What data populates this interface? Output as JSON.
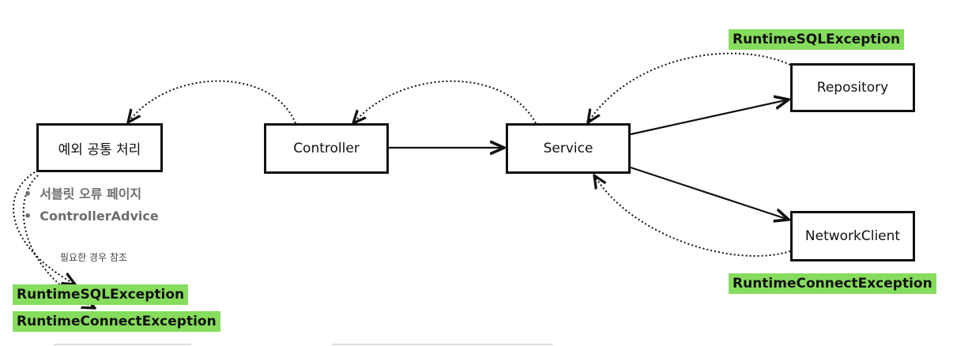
{
  "nodes": {
    "exception_handler": "예외 공통 처리",
    "controller": "Controller",
    "service": "Service",
    "repository": "Repository",
    "network_client": "NetworkClient"
  },
  "exceptions": {
    "repository": "RuntimeSQLException",
    "network_client": "RuntimeConnectException",
    "handled_sql": "RuntimeSQLException",
    "handled_connect": "RuntimeConnectException"
  },
  "handler_options": [
    "서블릿 오류 페이지",
    "ControllerAdvice"
  ],
  "note": "필요한 경우 참조",
  "colors": {
    "exception_highlight": "#86dc5c",
    "line": "#111111"
  }
}
